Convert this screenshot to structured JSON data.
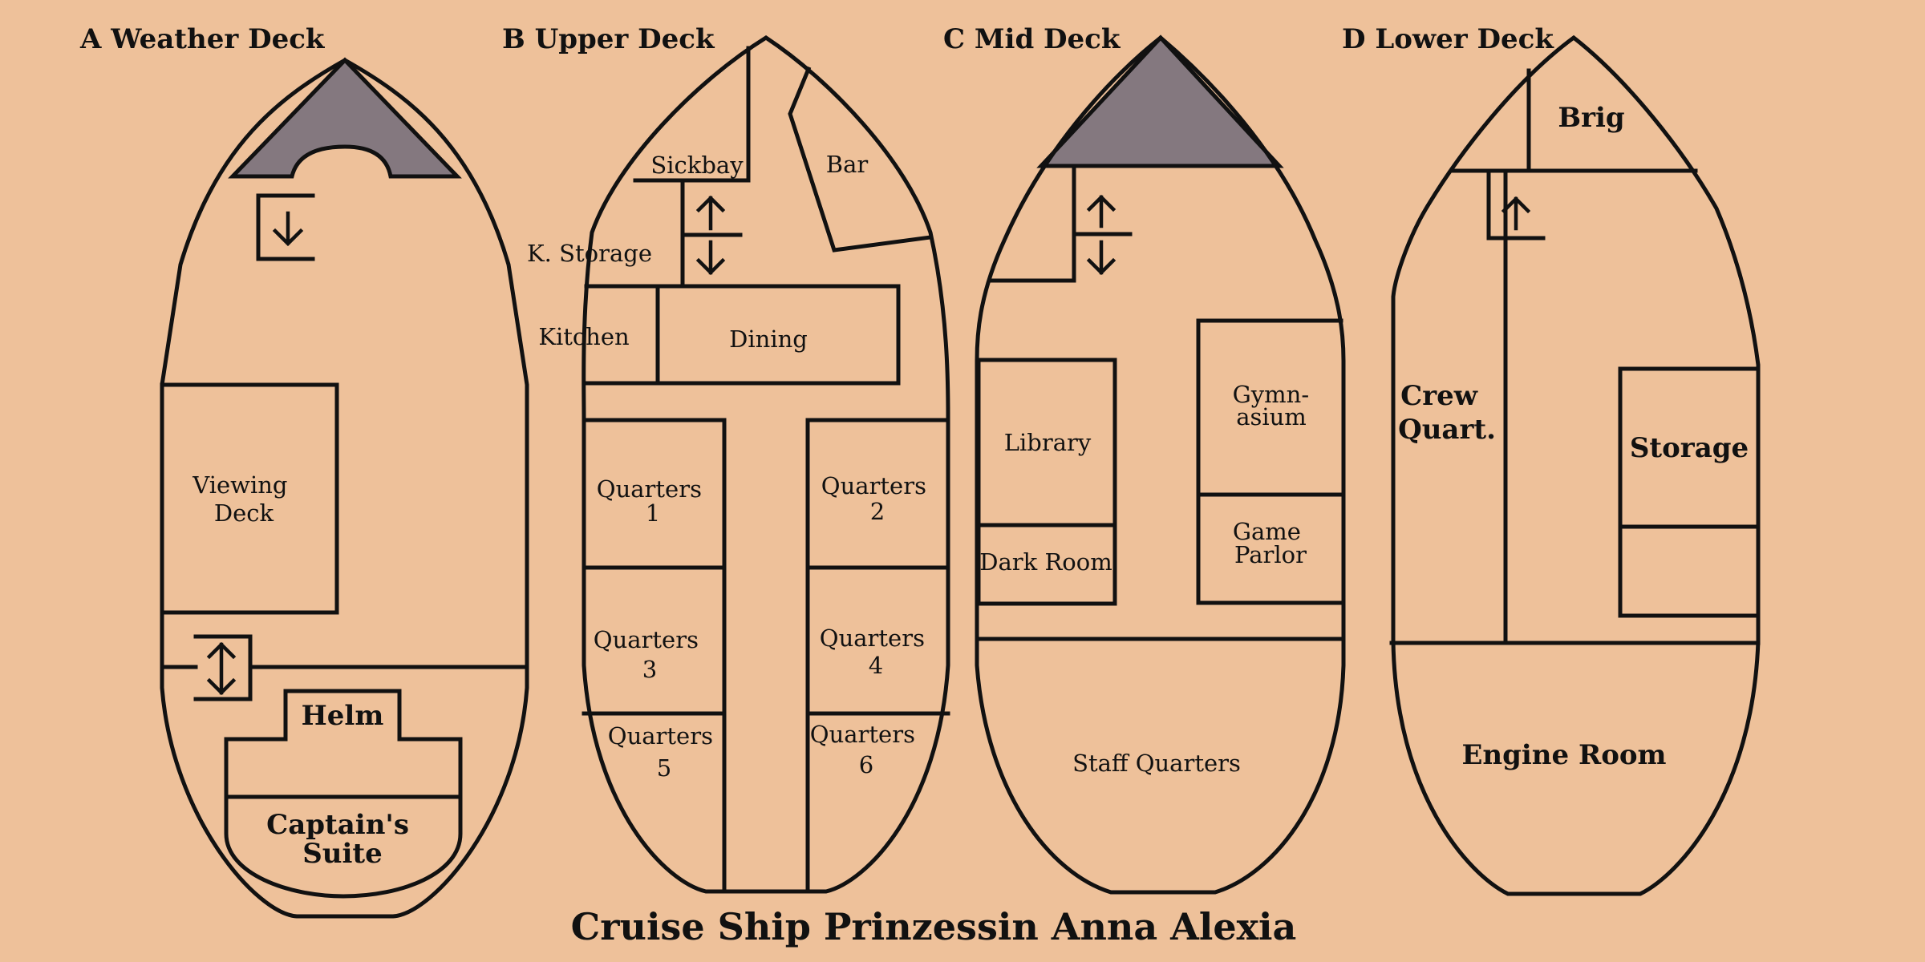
{
  "title": "Cruise Ship Prinzessin Anna Alexia",
  "colors": {
    "background": "#EEC19A",
    "line": "#111111",
    "shaded": "#84787F"
  },
  "decks": {
    "a": {
      "label": "A Weather Deck",
      "rooms": {
        "viewing_deck": [
          "Viewing",
          "Deck"
        ],
        "helm": "Helm",
        "captains_suite": [
          "Captain's",
          "Suite"
        ]
      },
      "stairs": [
        "down-arrow-icon",
        "up-down-arrow-icon"
      ]
    },
    "b": {
      "label": "B Upper Deck",
      "rooms": {
        "sickbay": "Sickbay",
        "bar": "Bar",
        "k_storage": "K. Storage",
        "kitchen": "Kitchen",
        "dining": "Dining",
        "quarters_1": [
          "Quarters",
          "1"
        ],
        "quarters_2": [
          "Quarters",
          "2"
        ],
        "quarters_3": [
          "Quarters",
          "3"
        ],
        "quarters_4": [
          "Quarters",
          "4"
        ],
        "quarters_5": [
          "Quarters",
          "5"
        ],
        "quarters_6": [
          "Quarters",
          "6"
        ]
      },
      "stairs": [
        "up-down-arrow-icon"
      ]
    },
    "c": {
      "label": "C Mid Deck",
      "rooms": {
        "library": "Library",
        "dark_room": "Dark Room",
        "gymnasium": [
          "Gymn-",
          "asium"
        ],
        "game_parlor": [
          "Game",
          "Parlor"
        ],
        "staff_quarters": "Staff Quarters"
      },
      "stairs": [
        "up-down-arrow-icon"
      ]
    },
    "d": {
      "label": "D Lower Deck",
      "rooms": {
        "brig": "Brig",
        "crew_quarters": [
          "Crew",
          "Quart."
        ],
        "storage": "Storage",
        "engine_room": "Engine Room"
      },
      "stairs": [
        "up-arrow-icon"
      ]
    }
  }
}
